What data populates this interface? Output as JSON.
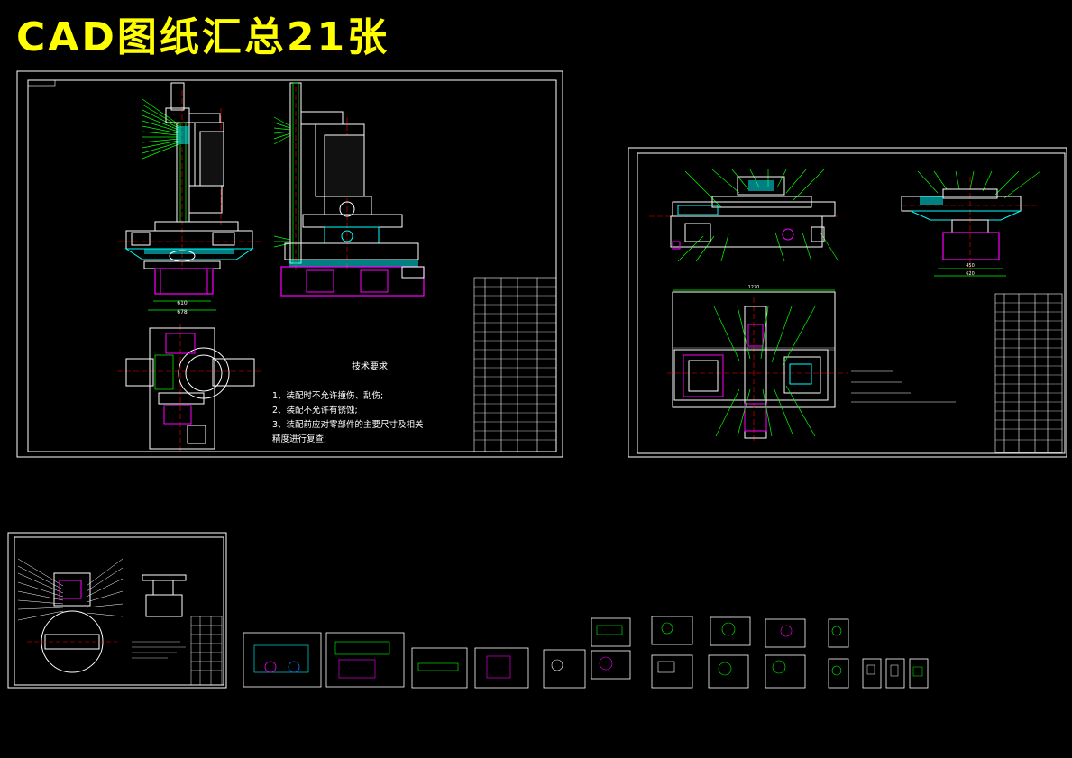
{
  "title": "CAD图纸汇总21张",
  "drawing1": {
    "tech_heading": "技术要求",
    "notes": [
      "1、装配时不允许撞伤、刮伤;",
      "2、装配不允许有锈蚀;",
      "3、装配前应对零部件的主要尺寸及相关",
      "精度进行复查;"
    ],
    "dims": [
      "610",
      "678"
    ]
  },
  "drawing2": {
    "dims_top": [
      "450",
      "620"
    ],
    "dim_plan": "1270"
  },
  "colors": {
    "background": "#000000",
    "title": "#ffff00",
    "frame": "#ffffff",
    "part_green": "#00ff00",
    "part_cyan": "#00ffff",
    "part_magenta": "#ff00ff",
    "centerline": "#ff0000"
  }
}
